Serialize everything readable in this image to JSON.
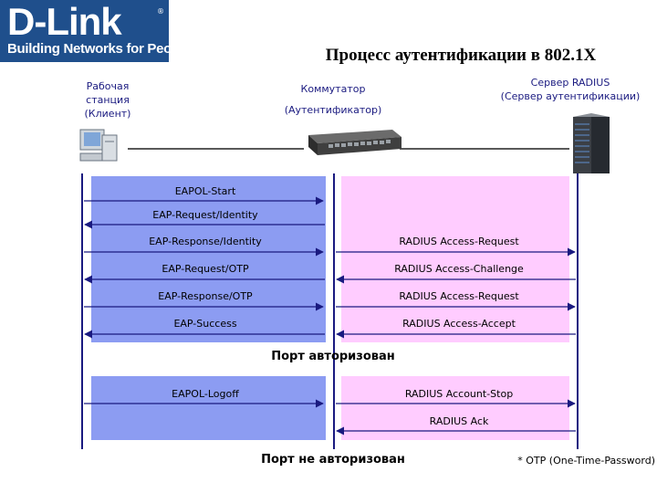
{
  "logo": {
    "brand": "D-Link",
    "registered": "®",
    "tagline": "Building Networks for People"
  },
  "title": "Процесс аутентификации в 802.1X",
  "actors": {
    "client": [
      "Рабочая",
      "станция",
      "(Клиент)"
    ],
    "switch": [
      "Коммутатор",
      "(Аутентификатор)"
    ],
    "server": [
      "Сервер RADIUS",
      "(Сервер аутентификации)"
    ]
  },
  "messages_left": [
    {
      "text": "EAPOL-Start",
      "direction": "right"
    },
    {
      "text": "EAP-Request/Identity",
      "direction": "left"
    },
    {
      "text": "EAP-Response/Identity",
      "direction": "right"
    },
    {
      "text": "EAP-Request/OTP",
      "direction": "left"
    },
    {
      "text": "EAP-Response/OTP",
      "direction": "right"
    },
    {
      "text": "EAP-Success",
      "direction": "left"
    }
  ],
  "messages_right": [
    {
      "text": "RADIUS Access-Request",
      "direction": "right"
    },
    {
      "text": "RADIUS Access-Challenge",
      "direction": "left"
    },
    {
      "text": "RADIUS Access-Request",
      "direction": "right"
    },
    {
      "text": "RADIUS Access-Accept",
      "direction": "left"
    }
  ],
  "port_authorized": "Порт авторизован",
  "logoff_left": {
    "text": "EAPOL-Logoff",
    "direction": "right"
  },
  "logoff_right": [
    {
      "text": "RADIUS Account-Stop",
      "direction": "right"
    },
    {
      "text": "RADIUS Ack",
      "direction": "left"
    }
  ],
  "port_unauthorized": "Порт не авторизован",
  "footnote": "* OTP (One-Time-Password)",
  "colors": {
    "left_panel": "#8c9cf2",
    "right_panel": "#ffccff",
    "logo_bg": "#1f4f8c",
    "label_text": "#1a1a80",
    "lifeline": "#1a1a80"
  },
  "icons": {
    "client": "workstation-icon",
    "switch": "switch-icon",
    "server": "server-rack-icon"
  }
}
